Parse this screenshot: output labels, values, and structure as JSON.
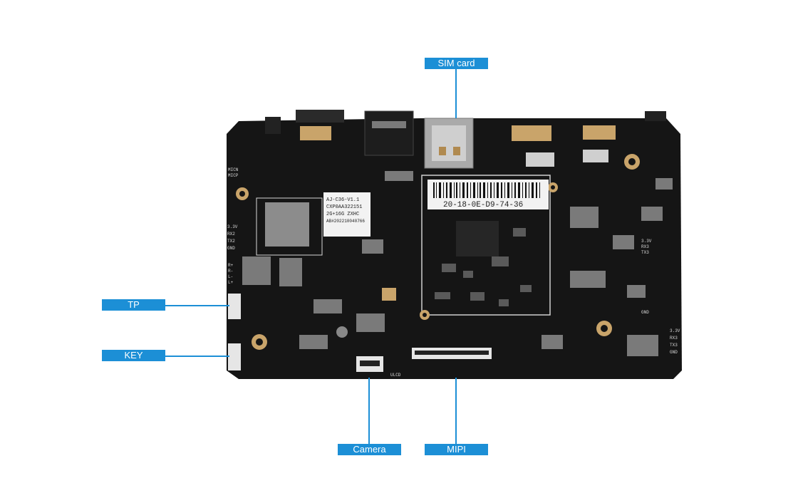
{
  "callouts": {
    "sim": "SIM card",
    "tp": "TP",
    "key": "KEY",
    "camera": "Camera",
    "mipi": "MIPI"
  },
  "board": {
    "module_sticker": [
      "AJ-C36-V1.1",
      "CXP0AA322151",
      "2G+16G ZXHC",
      "AB#202210040766"
    ],
    "mac_label": "20-18-0E-D9-74-36",
    "silk_left": [
      "MICN",
      "MICP",
      "3.3V",
      "RX2",
      "TX2",
      "GND",
      "R+",
      "R-",
      "L-",
      "L+"
    ],
    "silk_right": [
      "3.3V",
      "RX3",
      "TX3",
      "GND",
      "3.3V",
      "RX3",
      "TX3",
      "GND"
    ],
    "silk_bottom": "ULCD"
  },
  "colors": {
    "accent": "#1c8fd6",
    "pcb": "#141414",
    "gold": "#c9a46a"
  }
}
